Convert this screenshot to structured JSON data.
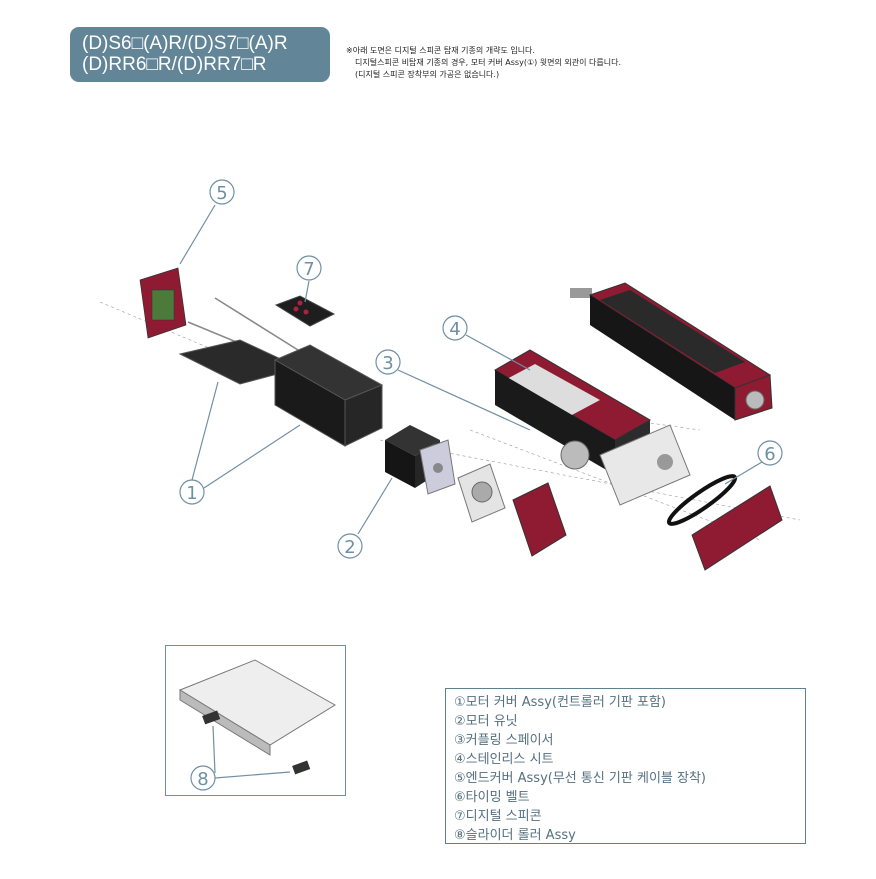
{
  "header": {
    "model_line_1": "(D)S6□(A)R/(D)S7□(A)R",
    "model_line_2": "(D)RR6□R/(D)RR7□R"
  },
  "note": {
    "line_1": "※아래 도면은 디지털 스피콘 탑재 기종의 개략도 입니다.",
    "line_2": "디지털스피콘 비탑재 기종의 경우, 모터 커버 Assy(①) 윗면의 외관이 다릅니다.",
    "line_3": "(디지털 스피콘 장착부의 가공은 없습니다.)"
  },
  "callouts": [
    "1",
    "2",
    "3",
    "4",
    "5",
    "6",
    "7",
    "8"
  ],
  "legend": [
    "①모터 커버 Assy(컨트롤러 기판 포함)",
    "②모터 유닛",
    "③커플링 스페이서",
    "④스테인리스 시트",
    "⑤엔드커버 Assy(무선 통신 기판 케이블 장착)",
    "⑥타이밍 벨트",
    "⑦디지털 스피콘",
    "⑧슬라이더 롤러 Assy"
  ],
  "colors": {
    "accent": "#628598",
    "part_red": "#8e1b31",
    "part_black": "#1e1e1e",
    "callout": "#6f8fa3"
  }
}
